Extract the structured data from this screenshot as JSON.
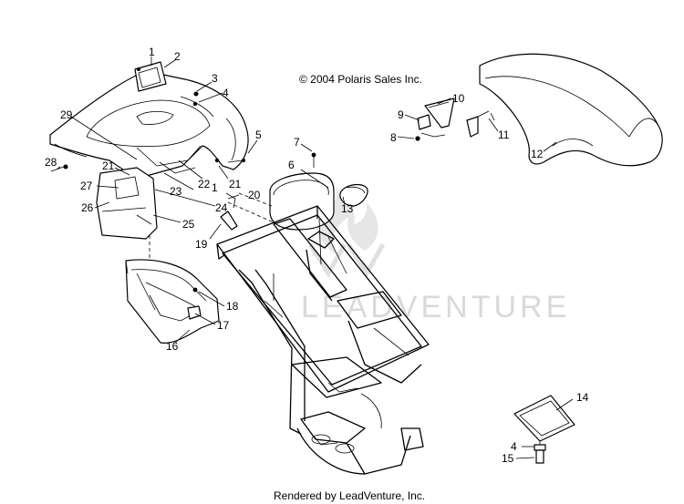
{
  "copyright": "© 2004 Polaris Sales Inc.",
  "watermark": "LEADVENTURE",
  "footer": "Rendered by LeadVenture, Inc.",
  "callouts": [
    {
      "id": "c1a",
      "text": "1"
    },
    {
      "id": "c2",
      "text": "2"
    },
    {
      "id": "c3",
      "text": "3"
    },
    {
      "id": "c4a",
      "text": "4"
    },
    {
      "id": "c29",
      "text": "29"
    },
    {
      "id": "c5",
      "text": "5"
    },
    {
      "id": "c7",
      "text": "7"
    },
    {
      "id": "c6",
      "text": "6"
    },
    {
      "id": "c28",
      "text": "28"
    },
    {
      "id": "c21a",
      "text": "21"
    },
    {
      "id": "c27",
      "text": "27"
    },
    {
      "id": "c22",
      "text": "22"
    },
    {
      "id": "c21b",
      "text": "21"
    },
    {
      "id": "c1b",
      "text": "1"
    },
    {
      "id": "c23",
      "text": "23"
    },
    {
      "id": "c20",
      "text": "20"
    },
    {
      "id": "c24",
      "text": "24"
    },
    {
      "id": "c26",
      "text": "26"
    },
    {
      "id": "c25",
      "text": "25"
    },
    {
      "id": "c13",
      "text": "13"
    },
    {
      "id": "c19",
      "text": "19"
    },
    {
      "id": "c10",
      "text": "10"
    },
    {
      "id": "c9",
      "text": "9"
    },
    {
      "id": "c8",
      "text": "8"
    },
    {
      "id": "c11",
      "text": "11"
    },
    {
      "id": "c12",
      "text": "12"
    },
    {
      "id": "c18",
      "text": "18"
    },
    {
      "id": "c17",
      "text": "17"
    },
    {
      "id": "c16",
      "text": "16"
    },
    {
      "id": "c14",
      "text": "14"
    },
    {
      "id": "c4b",
      "text": "4"
    },
    {
      "id": "c15",
      "text": "15"
    }
  ]
}
